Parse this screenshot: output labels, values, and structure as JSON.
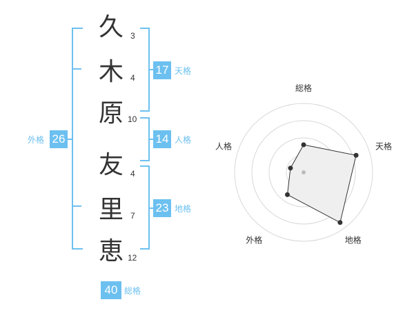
{
  "name_chars": [
    {
      "char": "久",
      "strokes": "3"
    },
    {
      "char": "木",
      "strokes": "4"
    },
    {
      "char": "原",
      "strokes": "10"
    },
    {
      "char": "友",
      "strokes": "4"
    },
    {
      "char": "里",
      "strokes": "7"
    },
    {
      "char": "恵",
      "strokes": "12"
    }
  ],
  "scores": {
    "tenkaku": {
      "value": "17",
      "label": "天格"
    },
    "jinkaku": {
      "value": "14",
      "label": "人格"
    },
    "chikaku": {
      "value": "23",
      "label": "地格"
    },
    "gaikaku": {
      "value": "26",
      "label": "外格"
    },
    "soukaku": {
      "value": "40",
      "label": "総格"
    }
  },
  "accent_color": "#6cc0f0",
  "chart_data": {
    "type": "radar",
    "axes": [
      "総格",
      "天格",
      "地格",
      "外格",
      "人格"
    ],
    "values": [
      0.4,
      0.8,
      0.9,
      0.4,
      0.2
    ],
    "rings": 4,
    "grid": true,
    "line_color": "#333333",
    "fill_color": "#efefef"
  }
}
